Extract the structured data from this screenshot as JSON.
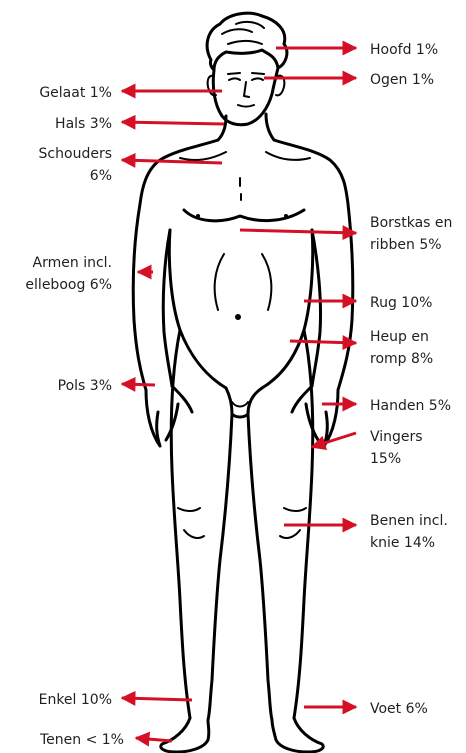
{
  "colors": {
    "arrow": "#d50f25",
    "text": "#231f20",
    "outline": "#000000"
  },
  "labels": {
    "hoofd": "Hoofd 1%",
    "ogen": "Ogen 1%",
    "gelaat": "Gelaat 1%",
    "hals": "Hals 3%",
    "schouders_1": "Schouders",
    "schouders_2": "6%",
    "borstkas_1": "Borstkas en",
    "borstkas_2": "ribben 5%",
    "armen_1": "Armen incl.",
    "armen_2": "elleboog 6%",
    "rug": "Rug 10%",
    "heup_1": "Heup en",
    "heup_2": "romp 8%",
    "pols": "Pols 3%",
    "handen": "Handen 5%",
    "vingers_1": "Vingers",
    "vingers_2": "15%",
    "benen_1": "Benen incl.",
    "benen_2": "knie 14%",
    "enkel": "Enkel 10%",
    "voet": "Voet 6%",
    "tenen": "Tenen < 1%"
  }
}
